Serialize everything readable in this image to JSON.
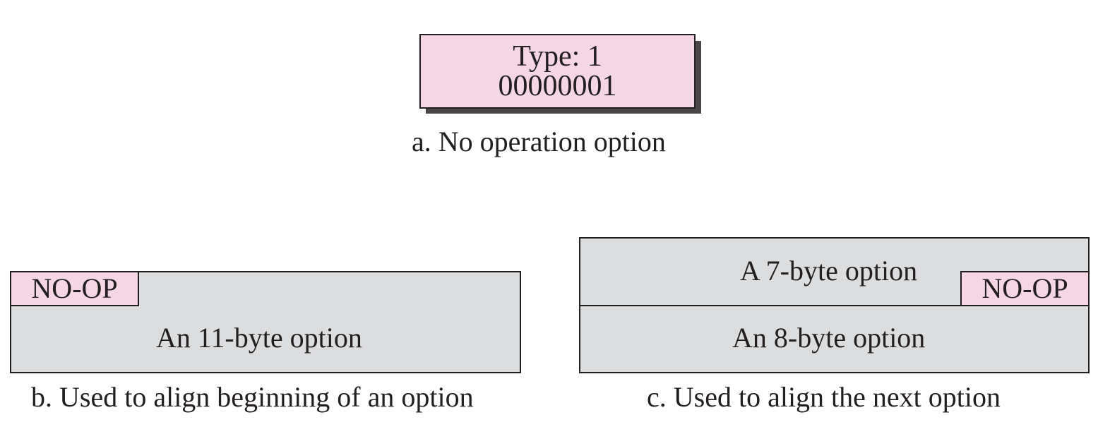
{
  "panel_a": {
    "type_label": "Type: 1",
    "binary_value": "00000001",
    "caption": "a. No operation option"
  },
  "panel_b": {
    "noop_label": "NO-OP",
    "option_label": "An 11-byte option",
    "caption": "b. Used to align beginning of an option"
  },
  "panel_c": {
    "top_option_label": "A 7-byte option",
    "noop_label": "NO-OP",
    "bottom_option_label": "An 8-byte option",
    "caption": "c. Used to align the next option"
  },
  "colors": {
    "pink_fill": "#f4d6e4",
    "gray_fill": "#dcdddf",
    "border": "#231f20",
    "shadow": "#4a4647"
  }
}
